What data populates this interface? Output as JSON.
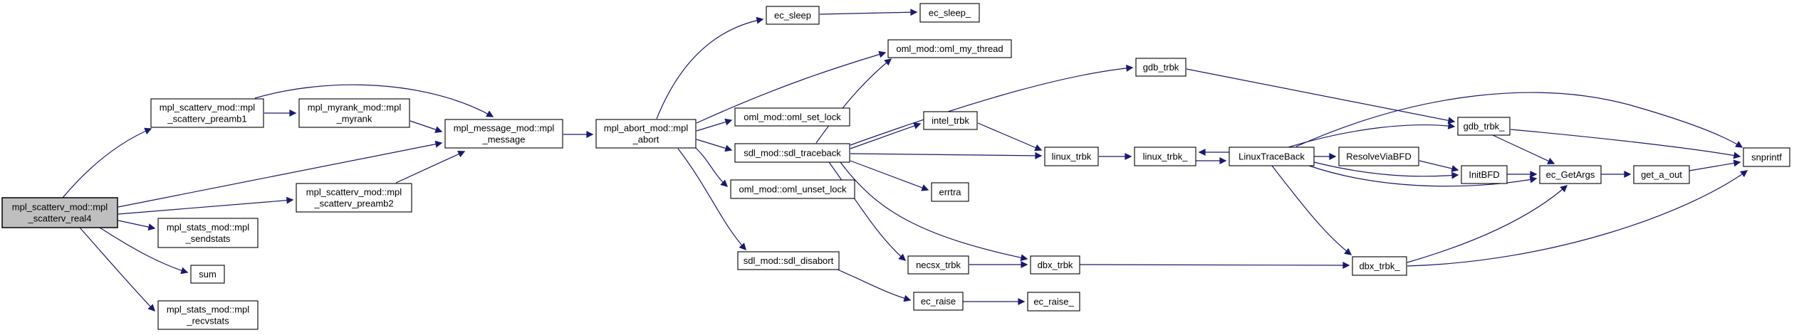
{
  "diagram": {
    "type": "doxygen-call-graph",
    "background_color": "#ffffff",
    "edge_color": "#191970",
    "node_fill_color": "#ffffff",
    "node_border_color": "#000000",
    "highlight_fill_color": "#bfbfbf",
    "nodes": [
      {
        "id": "real4",
        "label": [
          "mpl_scatterv_mod::mpl",
          "_scatterv_real4"
        ],
        "highlighted": true
      },
      {
        "id": "preamb1",
        "label": [
          "mpl_scatterv_mod::mpl",
          "_scatterv_preamb1"
        ],
        "highlighted": false
      },
      {
        "id": "myrank",
        "label": [
          "mpl_myrank_mod::mpl",
          "_myrank"
        ],
        "highlighted": false
      },
      {
        "id": "message",
        "label": [
          "mpl_message_mod::mpl",
          "_message"
        ],
        "highlighted": false
      },
      {
        "id": "abort",
        "label": [
          "mpl_abort_mod::mpl",
          "_abort"
        ],
        "highlighted": false
      },
      {
        "id": "preamb2",
        "label": [
          "mpl_scatterv_mod::mpl",
          "_scatterv_preamb2"
        ],
        "highlighted": false
      },
      {
        "id": "sendstats",
        "label": [
          "mpl_stats_mod::mpl",
          "_sendstats"
        ],
        "highlighted": false
      },
      {
        "id": "sum",
        "label": [
          "sum"
        ],
        "highlighted": false
      },
      {
        "id": "recvstats",
        "label": [
          "mpl_stats_mod::mpl",
          "_recvstats"
        ],
        "highlighted": false
      },
      {
        "id": "ec_sleep",
        "label": [
          "ec_sleep"
        ],
        "highlighted": false
      },
      {
        "id": "ec_sleep_",
        "label": [
          "ec_sleep_"
        ],
        "highlighted": false
      },
      {
        "id": "oml_my_thread",
        "label": [
          "oml_mod::oml_my_thread"
        ],
        "highlighted": false
      },
      {
        "id": "oml_set_lock",
        "label": [
          "oml_mod::oml_set_lock"
        ],
        "highlighted": false
      },
      {
        "id": "sdl_traceback",
        "label": [
          "sdl_mod::sdl_traceback"
        ],
        "highlighted": false
      },
      {
        "id": "oml_unset_lock",
        "label": [
          "oml_mod::oml_unset_lock"
        ],
        "highlighted": false
      },
      {
        "id": "intel_trbk",
        "label": [
          "intel_trbk"
        ],
        "highlighted": false
      },
      {
        "id": "errtra",
        "label": [
          "errtra"
        ],
        "highlighted": false
      },
      {
        "id": "linux_trbk",
        "label": [
          "linux_trbk"
        ],
        "highlighted": false
      },
      {
        "id": "linux_trbk_",
        "label": [
          "linux_trbk_"
        ],
        "highlighted": false
      },
      {
        "id": "LinuxTraceBack",
        "label": [
          "LinuxTraceBack"
        ],
        "highlighted": false
      },
      {
        "id": "ResolveViaBFD",
        "label": [
          "ResolveViaBFD"
        ],
        "highlighted": false
      },
      {
        "id": "gdb_trbk",
        "label": [
          "gdb_trbk"
        ],
        "highlighted": false
      },
      {
        "id": "gdb_trbk_",
        "label": [
          "gdb_trbk_"
        ],
        "highlighted": false
      },
      {
        "id": "InitBFD",
        "label": [
          "InitBFD"
        ],
        "highlighted": false
      },
      {
        "id": "ec_GetArgs",
        "label": [
          "ec_GetArgs"
        ],
        "highlighted": false
      },
      {
        "id": "get_a_out",
        "label": [
          "get_a_out"
        ],
        "highlighted": false
      },
      {
        "id": "snprintf",
        "label": [
          "snprintf"
        ],
        "highlighted": false
      },
      {
        "id": "dbx_trbk_",
        "label": [
          "dbx_trbk_"
        ],
        "highlighted": false
      },
      {
        "id": "sdl_disabort",
        "label": [
          "sdl_mod::sdl_disabort"
        ],
        "highlighted": false
      },
      {
        "id": "necsx_trbk",
        "label": [
          "necsx_trbk"
        ],
        "highlighted": false
      },
      {
        "id": "dbx_trbk",
        "label": [
          "dbx_trbk"
        ],
        "highlighted": false
      },
      {
        "id": "ec_raise",
        "label": [
          "ec_raise"
        ],
        "highlighted": false
      },
      {
        "id": "ec_raise_",
        "label": [
          "ec_raise_"
        ],
        "highlighted": false
      }
    ],
    "edges": [
      {
        "from": "real4",
        "to": "preamb1"
      },
      {
        "from": "real4",
        "to": "message"
      },
      {
        "from": "real4",
        "to": "preamb2"
      },
      {
        "from": "real4",
        "to": "sendstats"
      },
      {
        "from": "real4",
        "to": "sum"
      },
      {
        "from": "real4",
        "to": "recvstats"
      },
      {
        "from": "preamb1",
        "to": "myrank"
      },
      {
        "from": "preamb1",
        "to": "message"
      },
      {
        "from": "myrank",
        "to": "message"
      },
      {
        "from": "preamb2",
        "to": "message"
      },
      {
        "from": "message",
        "to": "abort"
      },
      {
        "from": "abort",
        "to": "ec_sleep"
      },
      {
        "from": "abort",
        "to": "oml_my_thread"
      },
      {
        "from": "abort",
        "to": "oml_set_lock"
      },
      {
        "from": "abort",
        "to": "sdl_traceback"
      },
      {
        "from": "abort",
        "to": "oml_unset_lock"
      },
      {
        "from": "abort",
        "to": "sdl_disabort"
      },
      {
        "from": "ec_sleep",
        "to": "ec_sleep_"
      },
      {
        "from": "sdl_traceback",
        "to": "oml_my_thread"
      },
      {
        "from": "sdl_traceback",
        "to": "gdb_trbk"
      },
      {
        "from": "sdl_traceback",
        "to": "intel_trbk"
      },
      {
        "from": "sdl_traceback",
        "to": "linux_trbk"
      },
      {
        "from": "sdl_traceback",
        "to": "errtra"
      },
      {
        "from": "sdl_traceback",
        "to": "necsx_trbk"
      },
      {
        "from": "sdl_traceback",
        "to": "dbx_trbk"
      },
      {
        "from": "intel_trbk",
        "to": "linux_trbk"
      },
      {
        "from": "linux_trbk",
        "to": "linux_trbk_"
      },
      {
        "from": "linux_trbk_",
        "to": "LinuxTraceBack"
      },
      {
        "from": "LinuxTraceBack",
        "to": "linux_trbk_"
      },
      {
        "from": "LinuxTraceBack",
        "to": "gdb_trbk_"
      },
      {
        "from": "LinuxTraceBack",
        "to": "ResolveViaBFD"
      },
      {
        "from": "LinuxTraceBack",
        "to": "InitBFD"
      },
      {
        "from": "LinuxTraceBack",
        "to": "ec_GetArgs"
      },
      {
        "from": "LinuxTraceBack",
        "to": "dbx_trbk_"
      },
      {
        "from": "LinuxTraceBack",
        "to": "snprintf"
      },
      {
        "from": "gdb_trbk",
        "to": "gdb_trbk_"
      },
      {
        "from": "gdb_trbk_",
        "to": "ec_GetArgs"
      },
      {
        "from": "gdb_trbk_",
        "to": "snprintf"
      },
      {
        "from": "ResolveViaBFD",
        "to": "InitBFD"
      },
      {
        "from": "InitBFD",
        "to": "ec_GetArgs"
      },
      {
        "from": "ec_GetArgs",
        "to": "get_a_out"
      },
      {
        "from": "get_a_out",
        "to": "snprintf"
      },
      {
        "from": "dbx_trbk_",
        "to": "ec_GetArgs"
      },
      {
        "from": "dbx_trbk_",
        "to": "snprintf"
      },
      {
        "from": "necsx_trbk",
        "to": "dbx_trbk"
      },
      {
        "from": "dbx_trbk",
        "to": "dbx_trbk_"
      },
      {
        "from": "sdl_disabort",
        "to": "ec_raise"
      },
      {
        "from": "ec_raise",
        "to": "ec_raise_"
      }
    ]
  }
}
